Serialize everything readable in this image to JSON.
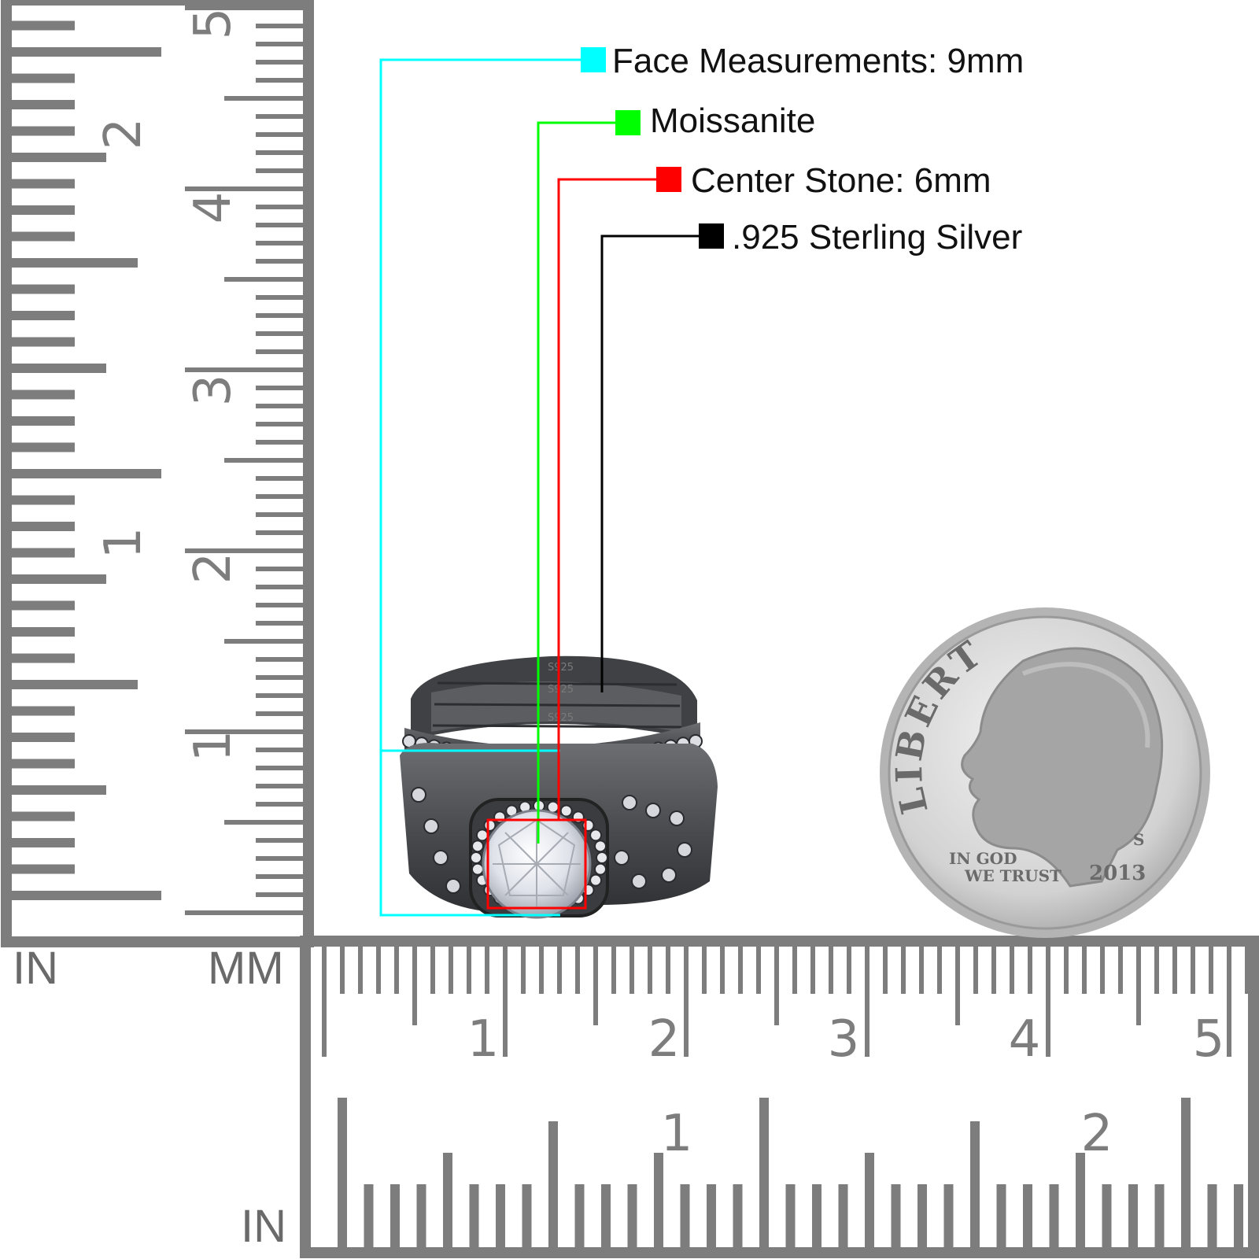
{
  "legend": {
    "face": {
      "text": "Face Measurements: 9mm",
      "color": "#00ffff"
    },
    "material": {
      "text": "Moissanite",
      "color": "#00ff00"
    },
    "center": {
      "text": "Center Stone: 6mm",
      "color": "#ff0000"
    },
    "metal": {
      "text": ".925 Sterling Silver",
      "color": "#000000"
    }
  },
  "rulers": {
    "left_in_label": "IN",
    "left_mm_label": "MM",
    "bottom_in_label": "IN",
    "vertical_mm_numbers": [
      "1",
      "2",
      "3",
      "4",
      "5"
    ],
    "vertical_in_numbers": [
      "1",
      "2"
    ],
    "horizontal_mm_numbers": [
      "1",
      "2",
      "3",
      "4",
      "5"
    ],
    "horizontal_in_numbers": [
      "1",
      "2"
    ],
    "color": "#7d7d7d"
  },
  "ring": {
    "hallmarks": [
      "S925",
      "S925",
      "S925"
    ],
    "metal_color": "#55575a",
    "stone_color": "#e8eaf0"
  },
  "coin": {
    "top_text": "LIBERTY",
    "motto_line1": "IN GOD",
    "motto_line2": "WE TRUST",
    "mint_mark": "S",
    "year": "2013",
    "color": "#c9c9c9"
  }
}
